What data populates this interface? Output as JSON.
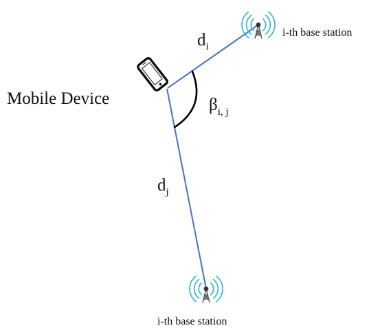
{
  "labels": {
    "mobile_device": "Mobile Device",
    "station_top": "i-th base station",
    "station_bottom": "i-th base station",
    "d": "d",
    "sub_i": "i",
    "sub_j": "j",
    "beta": "β",
    "beta_sub": "i, j"
  },
  "colors": {
    "link_line": "#4472c4",
    "angle_arc": "#000000",
    "signal_wave": "#27b6d3",
    "tower": "#555555",
    "phone_body": "#111111"
  },
  "icons": {
    "station": "antenna-tower-icon",
    "device": "smartphone-icon"
  }
}
